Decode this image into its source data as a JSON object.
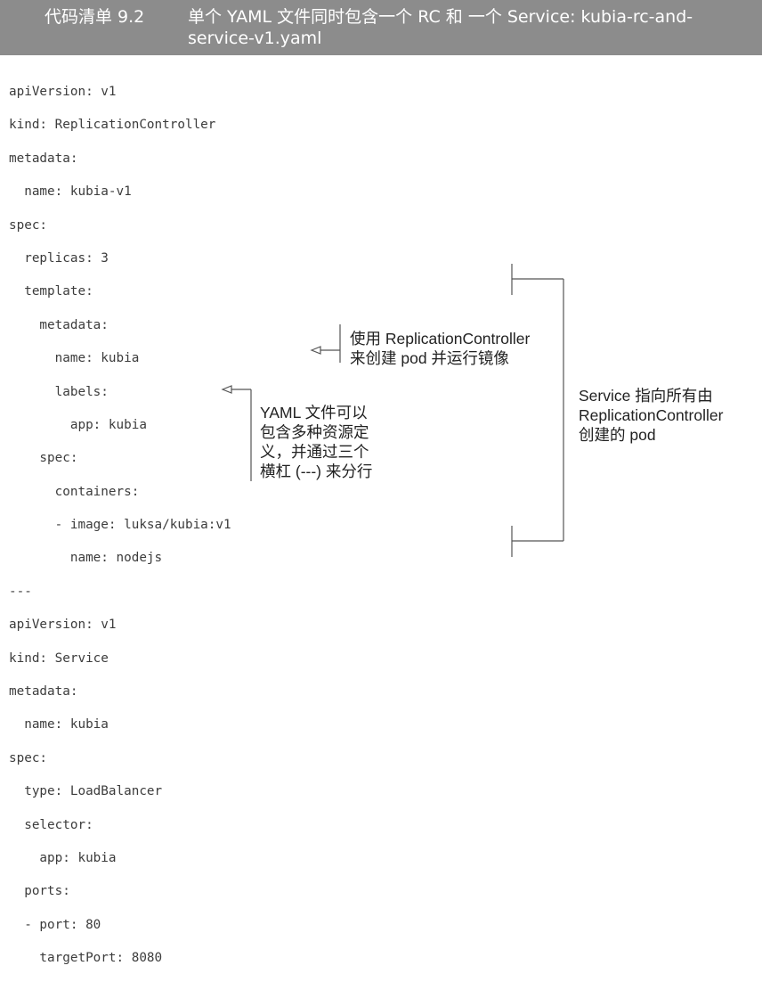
{
  "listing": {
    "number": "代码清单 9.2",
    "title": "单个 YAML 文件同时包含一个 RC 和 一个 Service: kubia-rc-and-service-v1.yaml"
  },
  "code_lines": [
    "apiVersion: v1",
    "kind: ReplicationController",
    "metadata:",
    "  name: kubia-v1",
    "spec:",
    "  replicas: 3",
    "  template:",
    "    metadata:",
    "      name: kubia",
    "      labels:",
    "        app: kubia",
    "    spec:",
    "      containers:",
    "      - image: luksa/kubia:v1",
    "        name: nodejs",
    "---",
    "apiVersion: v1",
    "kind: Service",
    "metadata:",
    "  name: kubia",
    "spec:",
    "  type: LoadBalancer",
    "  selector:",
    "    app: kubia",
    "  ports:",
    "  - port: 80",
    "    targetPort: 8080"
  ],
  "annotations": {
    "rc_note": [
      "使用 ReplicationController",
      "来创建 pod 并运行镜像"
    ],
    "separator_note": [
      "YAML 文件可以",
      "包含多种资源定",
      "义，并通过三个",
      "横杠 (---) 来分行"
    ],
    "service_note": [
      "Service 指向所有由",
      "ReplicationController",
      "创建的 pod"
    ]
  },
  "colors": {
    "caption_background": "#8c8c8c",
    "caption_text": "#ffffff",
    "code_text": "#3c3c3c",
    "callout_line": "#555555"
  }
}
